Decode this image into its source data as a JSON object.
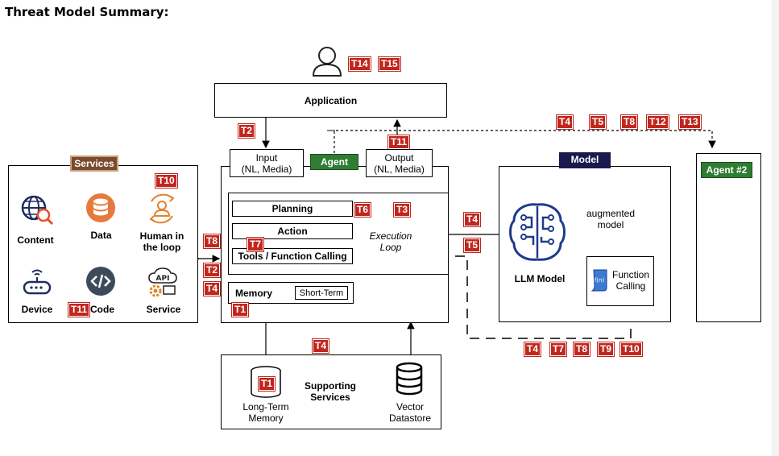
{
  "title": "Threat Model Summary:",
  "user": {
    "tags": [
      "T14",
      "T15"
    ]
  },
  "application": {
    "label": "Application"
  },
  "services": {
    "tab": "Services",
    "items": [
      {
        "label": "Content",
        "icon": "globe-search-icon"
      },
      {
        "label": "Data",
        "icon": "database-icon"
      },
      {
        "label": "Human in\nthe loop",
        "icon": "human-loop-icon"
      },
      {
        "label": "Device",
        "icon": "router-icon"
      },
      {
        "label": "Code",
        "icon": "code-icon"
      },
      {
        "label": "Service",
        "icon": "api-gear-icon"
      }
    ]
  },
  "agent": {
    "badge": "Agent",
    "input": "Input\n(NL, Media)",
    "output": "Output\n(NL, Media)",
    "planning": "Planning",
    "action": "Action",
    "tools": "Tools / Function Calling",
    "execution_loop": "Execution\nLoop",
    "memory": "Memory",
    "short_term": "Short-Term"
  },
  "model": {
    "tab": "Model",
    "augmented": "augmented\nmodel",
    "llm": "LLM Model",
    "function_calling": "Function\nCalling"
  },
  "agent2": {
    "badge": "Agent #2"
  },
  "supporting": {
    "label": "Supporting\nServices",
    "long_term": "Long-Term\nMemory",
    "vector": "Vector\nDatastore"
  },
  "tags": {
    "t2_input": "T2",
    "t11_output": "T11",
    "t4_top": "T4",
    "t5_top": "T5",
    "t8_top": "T8",
    "t12_top": "T12",
    "t13_top": "T13",
    "t10_services": "T10",
    "t11_code": "T11",
    "t8_left": "T8",
    "t2_left": "T2",
    "t4_left": "T4",
    "t6": "T6",
    "t3": "T3",
    "t7": "T7",
    "t1_memory": "T1",
    "t4_right": "T4",
    "t5_right": "T5",
    "t4_support": "T4",
    "t1_longterm": "T1",
    "t4_bottom": "T4",
    "t7_bottom": "T7",
    "t8_bottom": "T8",
    "t9_bottom": "T9",
    "t10_bottom": "T10"
  }
}
